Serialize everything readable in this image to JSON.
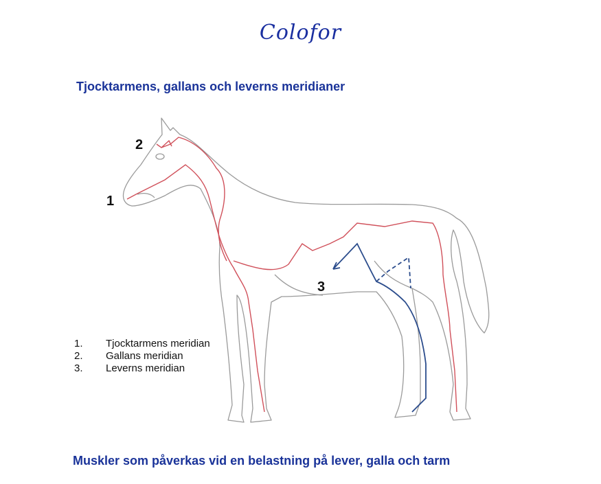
{
  "header": {
    "title": "Colofor"
  },
  "section_heading": "Tjocktarmens, gallans och leverns meridianer",
  "figure": {
    "markers": [
      "1",
      "2",
      "3"
    ],
    "legend": [
      {
        "number": "1.",
        "label": "Tjocktarmens meridian"
      },
      {
        "number": "2.",
        "label": "Gallans meridian"
      },
      {
        "number": "3.",
        "label": "Leverns meridian"
      }
    ],
    "colors": {
      "outline": "#9a9a9a",
      "colon_gall": "#d0505a",
      "liver": "#2b4c8c"
    }
  },
  "next_heading": "Muskler som påverkas vid en belastning på lever, galla och tarm"
}
